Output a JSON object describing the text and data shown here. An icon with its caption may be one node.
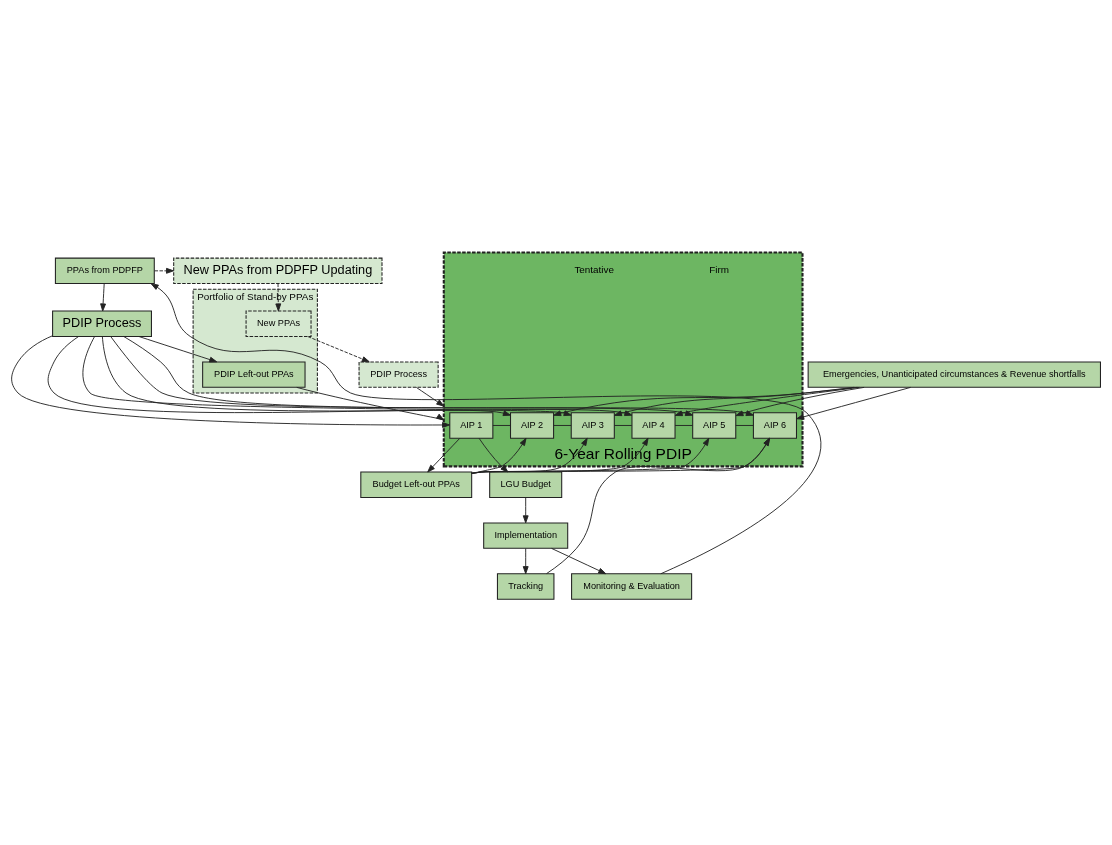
{
  "diagram": {
    "nodes": [
      {
        "text": [
          "PPAs from PDPFP"
        ]
      },
      {
        "text": [
          "New PPAs from PDPFP Updating"
        ]
      },
      {
        "text": [
          "PDIP Process"
        ]
      },
      {
        "text": [
          "Portfolio of Stand-by PPAs"
        ]
      },
      {
        "text": [
          "New PPAs"
        ],
        "in": 3
      },
      {
        "text": [
          "PDIP Left-out PPAs"
        ],
        "in": 3
      },
      {
        "text": [
          "Emergencies, Unanticipated circumstances & Revenue shortfalls"
        ]
      },
      {
        "text": [
          "PDIP Process"
        ]
      },
      {
        "text": [
          "6-Year Rolling PDIP"
        ]
      },
      {
        "text": [
          "AIP 1"
        ],
        "in": 8
      },
      {
        "text": [
          "AIP 2"
        ],
        "in": 8
      },
      {
        "text": [
          "AIP 3"
        ],
        "in": 8
      },
      {
        "text": [
          "AIP 4"
        ],
        "in": 8
      },
      {
        "text": [
          "AIP 5"
        ],
        "in": 8
      },
      {
        "text": [
          "AIP 6"
        ],
        "in": 8
      },
      {
        "text": [
          "Budget Left-out PPAs"
        ]
      },
      {
        "text": [
          "LGU Budget"
        ]
      },
      {
        "text": [
          "Implementation"
        ]
      },
      {
        "text": [
          "Tracking"
        ]
      },
      {
        "text": [
          "Monitoring & Evaluation"
        ]
      }
    ],
    "edges": [
      {
        "from": 0,
        "to": 1,
        "arrow": "to",
        "style": "dashed"
      },
      {
        "from": 0,
        "to": 2,
        "arrow": "to"
      },
      {
        "from": 1,
        "to": 4,
        "arrow": "to",
        "style": "dashed"
      },
      {
        "from": 2,
        "to": 5,
        "arrow": "to"
      },
      {
        "from": 4,
        "to": 7,
        "arrow": "to",
        "style": "dashed"
      },
      {
        "from": 5,
        "to": 8,
        "arrow": "to"
      },
      {
        "from": 7,
        "to": 8,
        "arrow": "to"
      },
      {
        "from": 2,
        "to": 9,
        "arrow": "to"
      },
      {
        "from": 2,
        "to": 10,
        "arrow": "to"
      },
      {
        "from": 2,
        "to": 11,
        "arrow": "to"
      },
      {
        "from": 2,
        "to": 12,
        "arrow": "to"
      },
      {
        "from": 2,
        "to": 13,
        "arrow": "to"
      },
      {
        "from": 2,
        "to": 14,
        "arrow": "to"
      },
      {
        "from": 6,
        "to": 10,
        "arrow": "to"
      },
      {
        "from": 6,
        "to": 11,
        "arrow": "to"
      },
      {
        "from": 6,
        "to": 12,
        "arrow": "to"
      },
      {
        "from": 6,
        "to": 13,
        "arrow": "to"
      },
      {
        "from": 6,
        "to": 14,
        "arrow": "to"
      },
      {
        "from": 9,
        "to": 10,
        "arrow": "none"
      },
      {
        "from": 10,
        "to": 11,
        "arrow": "none"
      },
      {
        "from": 11,
        "to": 12,
        "arrow": "none"
      },
      {
        "from": 12,
        "to": 13,
        "arrow": "none"
      },
      {
        "from": 13,
        "to": 14,
        "arrow": "none"
      },
      {
        "from": 9,
        "to": 15,
        "arrow": "to"
      },
      {
        "from": 9,
        "to": 16,
        "arrow": "to"
      },
      {
        "from": 15,
        "to": 10,
        "arrow": "to"
      },
      {
        "from": 15,
        "to": 11,
        "arrow": "to"
      },
      {
        "from": 15,
        "to": 12,
        "arrow": "to"
      },
      {
        "from": 15,
        "to": 13,
        "arrow": "to"
      },
      {
        "from": 15,
        "to": 14,
        "arrow": "to"
      },
      {
        "from": 16,
        "to": 17,
        "arrow": "to"
      },
      {
        "from": 17,
        "to": 18,
        "arrow": "to"
      },
      {
        "from": 17,
        "to": 19,
        "arrow": "to"
      },
      {
        "from": 18,
        "to": 14,
        "arrow": "to"
      },
      {
        "from": 19,
        "to": 0,
        "arrow": "to"
      }
    ],
    "labels": [
      "Firm",
      "Tentative"
    ]
  }
}
